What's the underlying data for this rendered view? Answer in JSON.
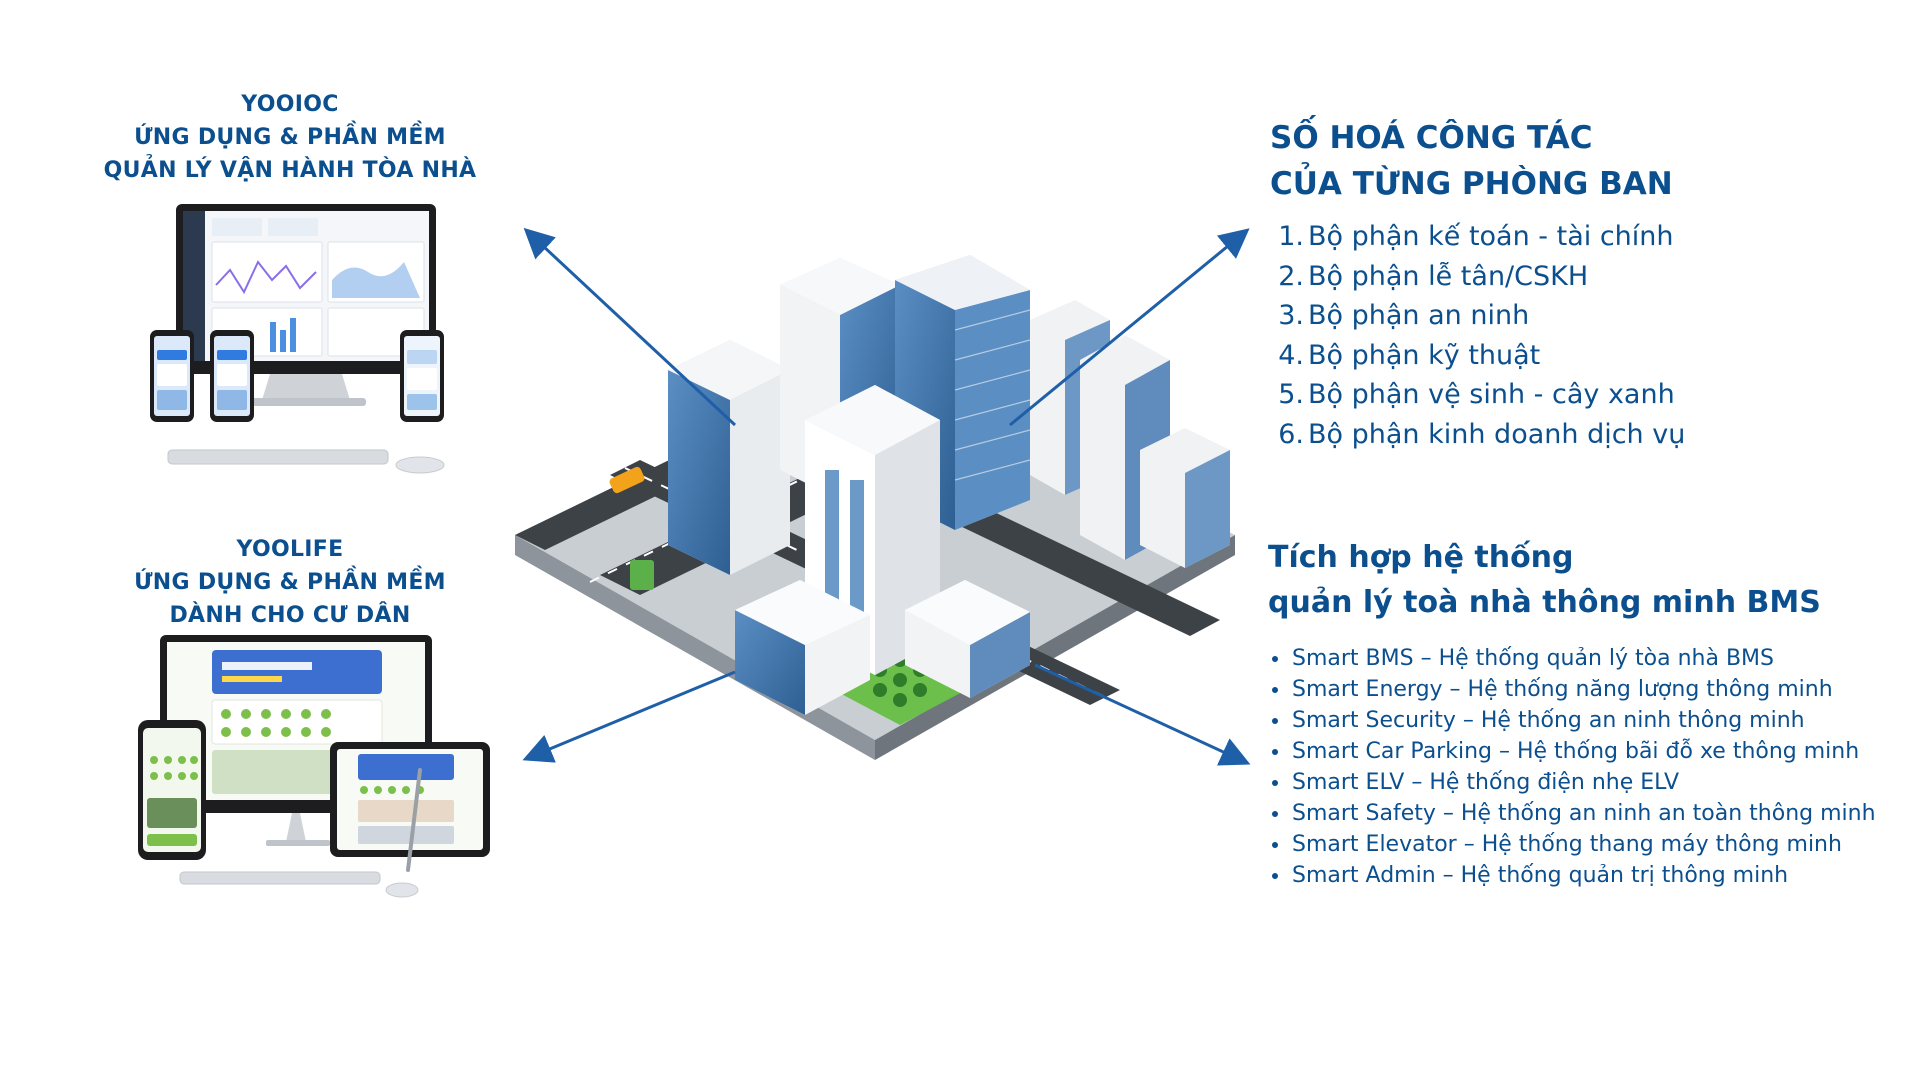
{
  "yooioc": {
    "lines": [
      "YOOIOC",
      "ỨNG DỤNG & PHẦN MỀM",
      "QUẢN LÝ VẬN HÀNH TÒA NHÀ"
    ]
  },
  "yoolife": {
    "lines": [
      "YOOLIFE",
      "ỨNG DỤNG & PHẦN MỀM",
      "DÀNH CHO CƯ DÂN"
    ]
  },
  "digitize": {
    "title_line1": "SỐ HOÁ CÔNG TÁC",
    "title_line2": "CỦA TỪNG PHÒNG BAN",
    "items": [
      {
        "num": "1.",
        "label": "Bộ phận kế toán - tài chính"
      },
      {
        "num": "2.",
        "label": "Bộ phận lễ tân/CSKH"
      },
      {
        "num": "3.",
        "label": "Bộ phận an ninh"
      },
      {
        "num": "4.",
        "label": "Bộ phận kỹ thuật"
      },
      {
        "num": "5.",
        "label": "Bộ phận vệ sinh - cây xanh"
      },
      {
        "num": "6.",
        "label": "Bộ phận kinh doanh dịch vụ"
      }
    ]
  },
  "bms": {
    "title_line1": "Tích hợp hệ thống",
    "title_line2": "quản lý toà nhà thông minh BMS",
    "items": [
      "Smart BMS – Hệ thống quản lý tòa nhà BMS",
      "Smart Energy – Hệ thống năng lượng thông minh",
      "Smart Security – Hệ thống an ninh thông minh",
      "Smart Car Parking – Hệ thống bãi đỗ xe thông minh",
      "Smart ELV – Hệ thống điện nhẹ ELV",
      "Smart Safety – Hệ thống an ninh an toàn thông minh",
      "Smart Elevator – Hệ thống thang máy thông minh",
      "Smart Admin – Hệ thống quản trị thông minh"
    ]
  },
  "colors": {
    "brand_blue": "#0b4f8e",
    "arrow_blue": "#1f5fa8",
    "app_green": "#7cc04b"
  },
  "icons": [
    "monitor-icon",
    "phone-icon",
    "tablet-icon",
    "keyboard-icon",
    "mouse-icon",
    "city-illustration"
  ]
}
